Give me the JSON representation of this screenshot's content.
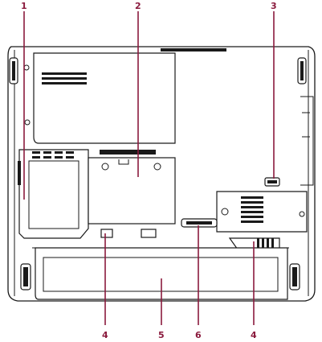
{
  "callouts": [
    {
      "id": "c1",
      "label": "1"
    },
    {
      "id": "c2",
      "label": "2"
    },
    {
      "id": "c3",
      "label": "3"
    },
    {
      "id": "c4a",
      "label": "4"
    },
    {
      "id": "c5",
      "label": "5"
    },
    {
      "id": "c6",
      "label": "6"
    },
    {
      "id": "c4b",
      "label": "4"
    }
  ],
  "colors": {
    "callout": "#8a1a3d",
    "outline": "#1a1a1a"
  }
}
